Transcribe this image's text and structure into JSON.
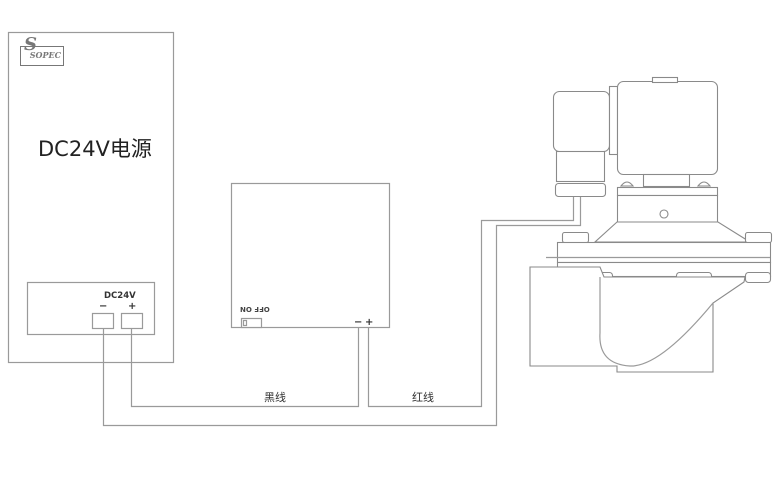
{
  "diagram": {
    "type": "wiring-diagram",
    "power_supply": {
      "logo": "SOPEC",
      "title": "DC24V电源",
      "terminal_block_label": "DC24V",
      "terminals": [
        {
          "sign": "−",
          "polarity": "negative"
        },
        {
          "sign": "+",
          "polarity": "positive"
        }
      ]
    },
    "controller": {
      "switch_label": "OFF ON",
      "terminals": [
        {
          "sign": "−",
          "polarity": "negative"
        },
        {
          "sign": "+",
          "polarity": "positive"
        }
      ]
    },
    "wires": [
      {
        "label": "黑线",
        "meaning": "black wire",
        "from": "power_supply.+",
        "to": "controller.−"
      },
      {
        "label": "红线",
        "meaning": "red wire",
        "from": "controller.+",
        "to": "pulse_valve"
      },
      {
        "label": "",
        "from": "power_supply.−",
        "to": "pulse_valve"
      }
    ],
    "pulse_valve": {
      "name": "solenoid pulse valve"
    },
    "colors": {
      "line": "#9a9a9a",
      "text": "#222222",
      "background": "#ffffff"
    }
  }
}
